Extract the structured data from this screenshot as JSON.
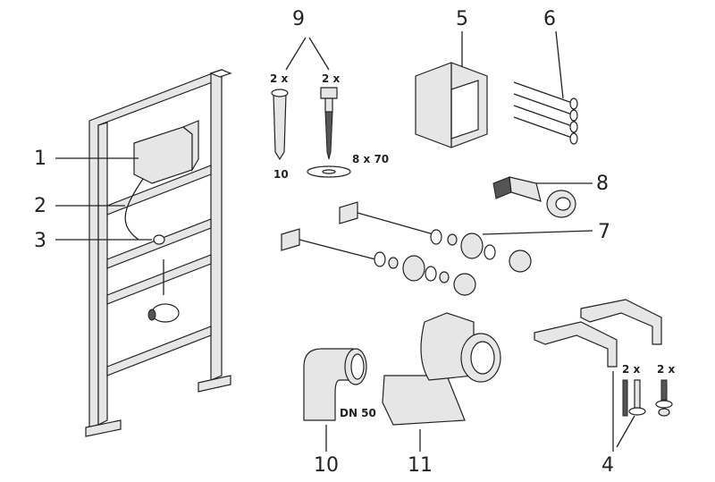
{
  "callouts": {
    "n1": "1",
    "n2": "2",
    "n3": "3",
    "n4": "4",
    "n5": "5",
    "n6": "6",
    "n7": "7",
    "n8": "8",
    "n9": "9",
    "n10": "10",
    "n11": "11"
  },
  "annotations": {
    "dowel_qty": "2 x",
    "screw_qty": "2 x",
    "dowel_size": "10",
    "screw_size": "8 x 70",
    "elbow_size": "DN 50",
    "bracket_screw_qty": "2 x",
    "bracket_bolt_qty": "2 x"
  }
}
